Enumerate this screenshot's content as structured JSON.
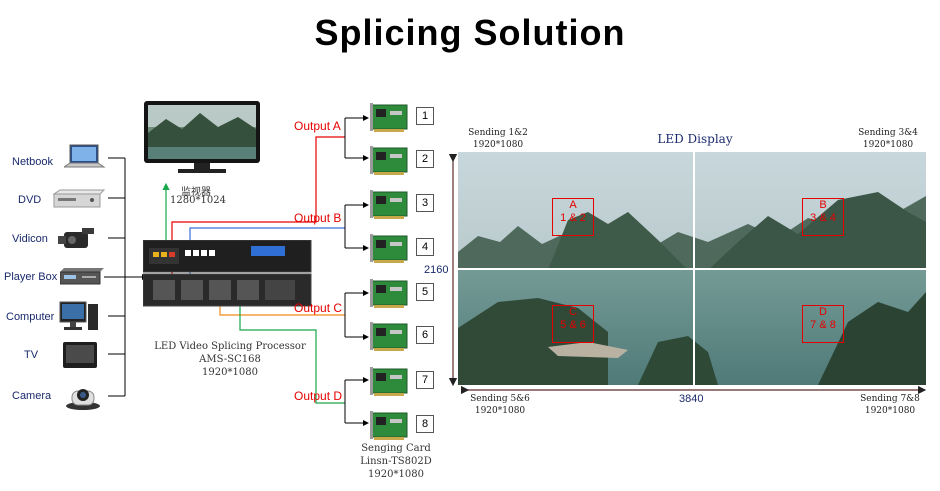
{
  "title": "Splicing Solution",
  "sources": [
    {
      "label": "Netbook",
      "icon": "netbook-icon"
    },
    {
      "label": "DVD",
      "icon": "dvd-player-icon"
    },
    {
      "label": "Vidicon",
      "icon": "video-camera-icon"
    },
    {
      "label": "Player Box",
      "icon": "player-box-icon"
    },
    {
      "label": "Computer",
      "icon": "computer-icon"
    },
    {
      "label": "TV",
      "icon": "tv-icon"
    },
    {
      "label": "Camera",
      "icon": "conference-camera-icon"
    }
  ],
  "monitor": {
    "label": "监视器",
    "resolution": "1280*1024"
  },
  "processor": {
    "line1": "LED Video Splicing Processor",
    "model": "AMS-SC168",
    "resolution": "1920*1080"
  },
  "outputs": [
    "Output A",
    "Output B",
    "Output C",
    "Output D"
  ],
  "card_numbers": [
    "1",
    "2",
    "3",
    "4",
    "5",
    "6",
    "7",
    "8"
  ],
  "sending_card": {
    "line1": "Senging Card",
    "model": "Linsn-TS802D",
    "resolution": "1920*1080"
  },
  "display": {
    "title": "LED  Display",
    "height": "2160",
    "width": "3840",
    "corners": [
      {
        "name": "Sending 1&2",
        "res": "1920*1080"
      },
      {
        "name": "Sending 3&4",
        "res": "1920*1080"
      },
      {
        "name": "Sending 5&6",
        "res": "1920*1080"
      },
      {
        "name": "Sending 7&8",
        "res": "1920*1080"
      }
    ],
    "zones": [
      {
        "letter": "A",
        "cards": "1 & 2"
      },
      {
        "letter": "B",
        "cards": "3 & 4"
      },
      {
        "letter": "C",
        "cards": "5 & 6"
      },
      {
        "letter": "D",
        "cards": "7 & 8"
      }
    ]
  },
  "colors": {
    "output_a": "#e60000",
    "output_b": "#3a6fd8",
    "output_c": "#f08a1c",
    "output_d": "#18a84a",
    "monitor_line": "#18a84a"
  }
}
